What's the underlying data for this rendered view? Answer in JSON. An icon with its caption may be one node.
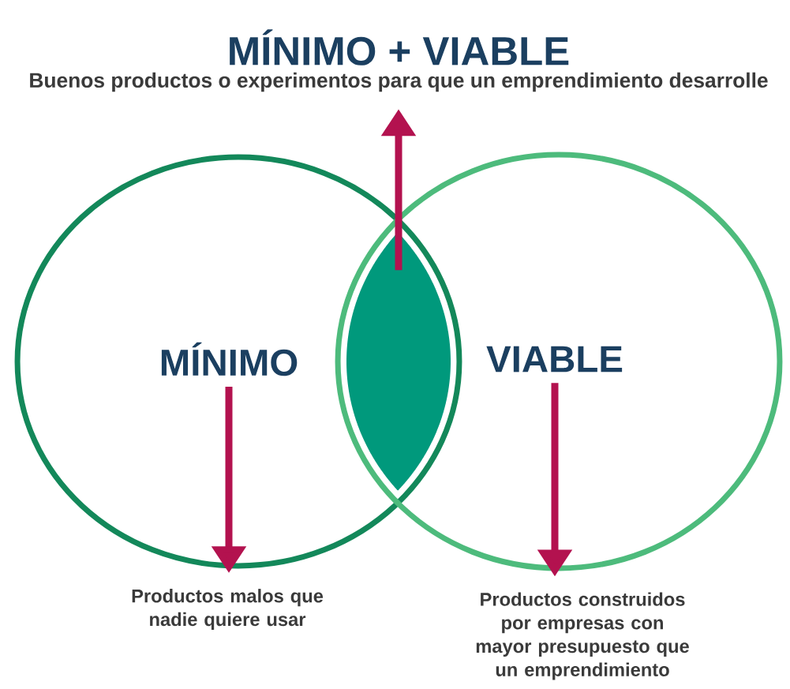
{
  "diagram": {
    "title": "MÍNIMO + VIABLE",
    "nodes": [
      {
        "text": [],
        "shape": "circle"
      },
      {
        "text": [
          "MÍNIMO"
        ],
        "in": 0
      },
      {
        "text": [],
        "shape": "circle"
      },
      {
        "text": [
          "VIABLE"
        ],
        "in": 2
      },
      {
        "text": [],
        "shape": "lens"
      },
      {
        "text": [
          "Buenos productos o experimentos para que un emprendimiento desarrolle"
        ]
      },
      {
        "text": [
          "Productos malos que nadie quiere usar"
        ]
      },
      {
        "text": [
          "Productos construidos por empresas con mayor presupuesto que un emprendimiento"
        ]
      }
    ],
    "edges": [
      {
        "from": 4,
        "to": 5,
        "arrow": "to"
      },
      {
        "from": 1,
        "to": 6,
        "arrow": "to"
      },
      {
        "from": 3,
        "to": 7,
        "arrow": "to"
      }
    ]
  }
}
